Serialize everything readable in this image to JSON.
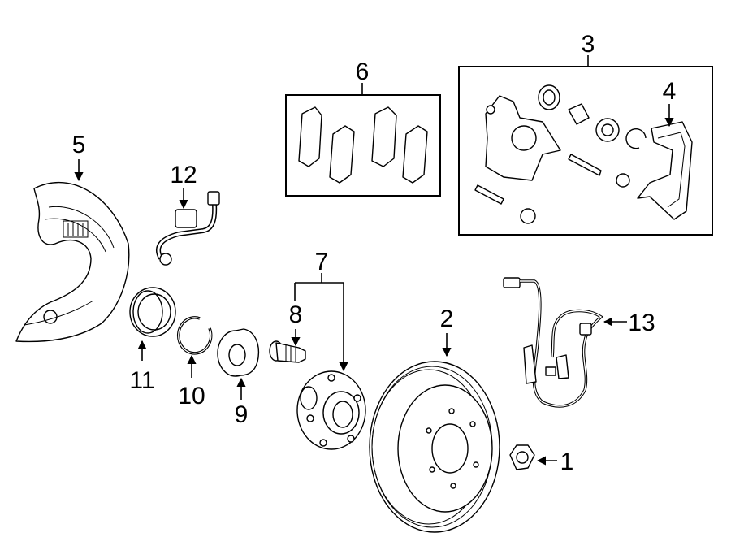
{
  "diagram": {
    "callouts": {
      "c1": "1",
      "c2": "2",
      "c3": "3",
      "c4": "4",
      "c5": "5",
      "c6": "6",
      "c7": "7",
      "c8": "8",
      "c9": "9",
      "c10": "10",
      "c11": "11",
      "c12": "12",
      "c13": "13"
    },
    "parts": [
      "rotor",
      "caliper-assembly",
      "caliper-bracket",
      "splash-shield",
      "brake-pad-set",
      "hub-assembly",
      "wheel-stud",
      "hub-bearing",
      "snap-ring",
      "bearing-seal",
      "brake-hose",
      "abs-sensor",
      "lug-nut"
    ]
  }
}
